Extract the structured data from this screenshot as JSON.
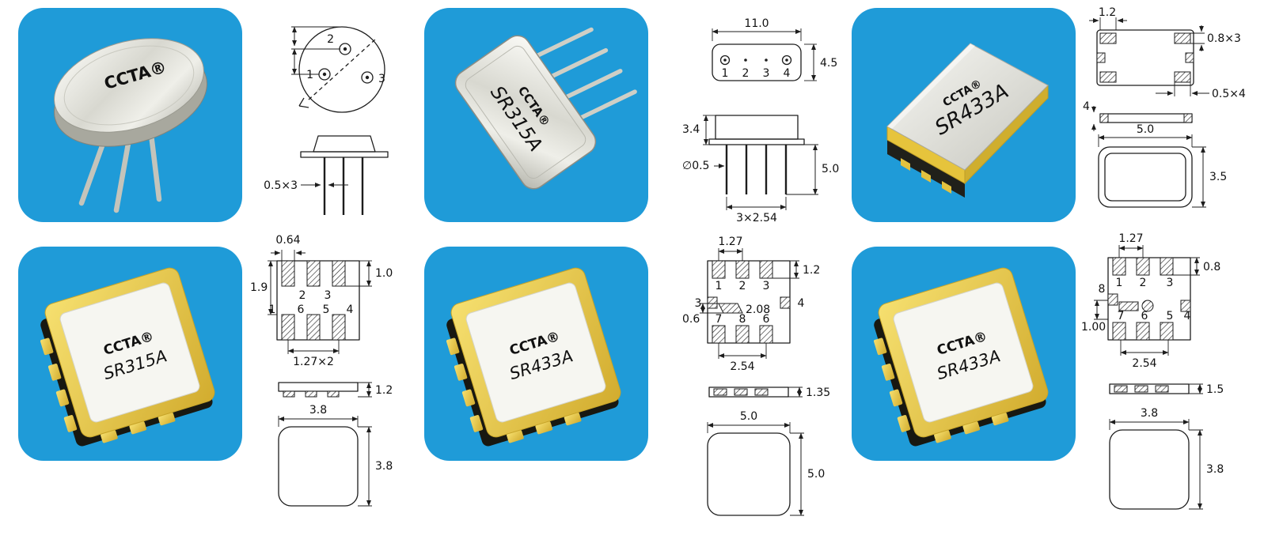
{
  "page": {
    "background": "#ffffff",
    "tile_color": "#1f9bd8"
  },
  "cells": [
    {
      "id": "to39-can",
      "brand": "CCTA®",
      "model": "",
      "pins": {
        "p1": "1",
        "p2": "2",
        "p3": "3"
      },
      "dims": {
        "lead": "0.5×3"
      }
    },
    {
      "id": "sr315a-leaded",
      "brand": "CCTA®",
      "model": "SR315A",
      "pins": {
        "p1": "1",
        "p2": "2",
        "p3": "3",
        "p4": "4"
      },
      "dims": {
        "body_w": "11.0",
        "body_d": "4.5",
        "body_h": "3.4",
        "lead_dia": "∅0.5",
        "lead_len": "5.0",
        "pitch": "3×2.54"
      }
    },
    {
      "id": "sr433a-smd-5035",
      "brand": "CCTA®",
      "model": "SR433A",
      "dims": {
        "pad_a": "1.2",
        "pad_b": "0.8×3",
        "pad_c": "0.5×4",
        "stub": "4",
        "body_w": "5.0",
        "body_d": "3.5"
      }
    },
    {
      "id": "sr315a-smd-3838",
      "brand": "CCTA®",
      "model": "SR315A",
      "pins": {
        "p1": "1",
        "p2": "2",
        "p3": "3",
        "p4": "4",
        "p5": "5",
        "p6": "6"
      },
      "dims": {
        "pad_w": "0.64",
        "pad_l": "1.0",
        "body_d": "1.9",
        "pitch": "1.27×2",
        "height": "1.2",
        "body_w": "3.8",
        "body_l": "3.8"
      }
    },
    {
      "id": "sr433a-smd-5050",
      "brand": "CCTA®",
      "model": "SR433A",
      "pins": {
        "p1": "1",
        "p2": "2",
        "p3": "3",
        "p_left": "3",
        "p4": "4",
        "p6": "6",
        "p7": "7",
        "p8": "8"
      },
      "dims": {
        "pitch_top": "1.27",
        "pad_l": "1.2",
        "center_pad": "2.08",
        "pad_w": "0.6",
        "pitch_bot": "2.54",
        "height": "1.35",
        "body_w": "5.0",
        "body_l": "5.0"
      }
    },
    {
      "id": "sr433a-smd-3838",
      "brand": "CCTA®",
      "model": "SR433A",
      "pins": {
        "p1": "1",
        "p2": "2",
        "p3": "3",
        "p4": "4",
        "p5": "5",
        "p6": "6",
        "p7": "7",
        "p8": "8"
      },
      "dims": {
        "pitch_top": "1.27",
        "pad_l": "0.8",
        "left_len": "1.00",
        "pitch_bot": "2.54",
        "height": "1.5",
        "body_w": "3.8",
        "body_l": "3.8"
      }
    }
  ]
}
